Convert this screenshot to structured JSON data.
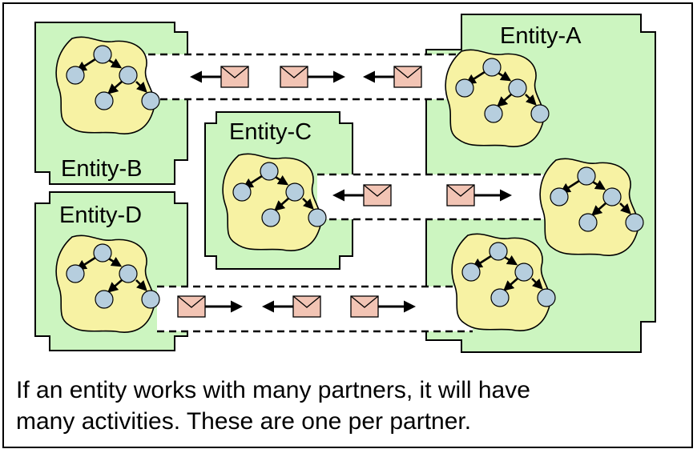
{
  "colors": {
    "background": "#ffffff",
    "entity_fill": "#ccf5c0",
    "activity_fill": "#f7f2a3",
    "node_fill": "#b6cede",
    "message_fill": "#f2c4b4",
    "line": "#000000"
  },
  "entities": {
    "a": {
      "label": "Entity-A"
    },
    "b": {
      "label": "Entity-B"
    },
    "c": {
      "label": "Entity-C"
    },
    "d": {
      "label": "Entity-D"
    }
  },
  "caption": {
    "line1": "If an entity works with many partners, it will have",
    "line2": "many activities.  These are one per partner."
  },
  "icons": {
    "message": "envelope-icon",
    "direction": "arrow-icon",
    "node": "circle-node"
  }
}
